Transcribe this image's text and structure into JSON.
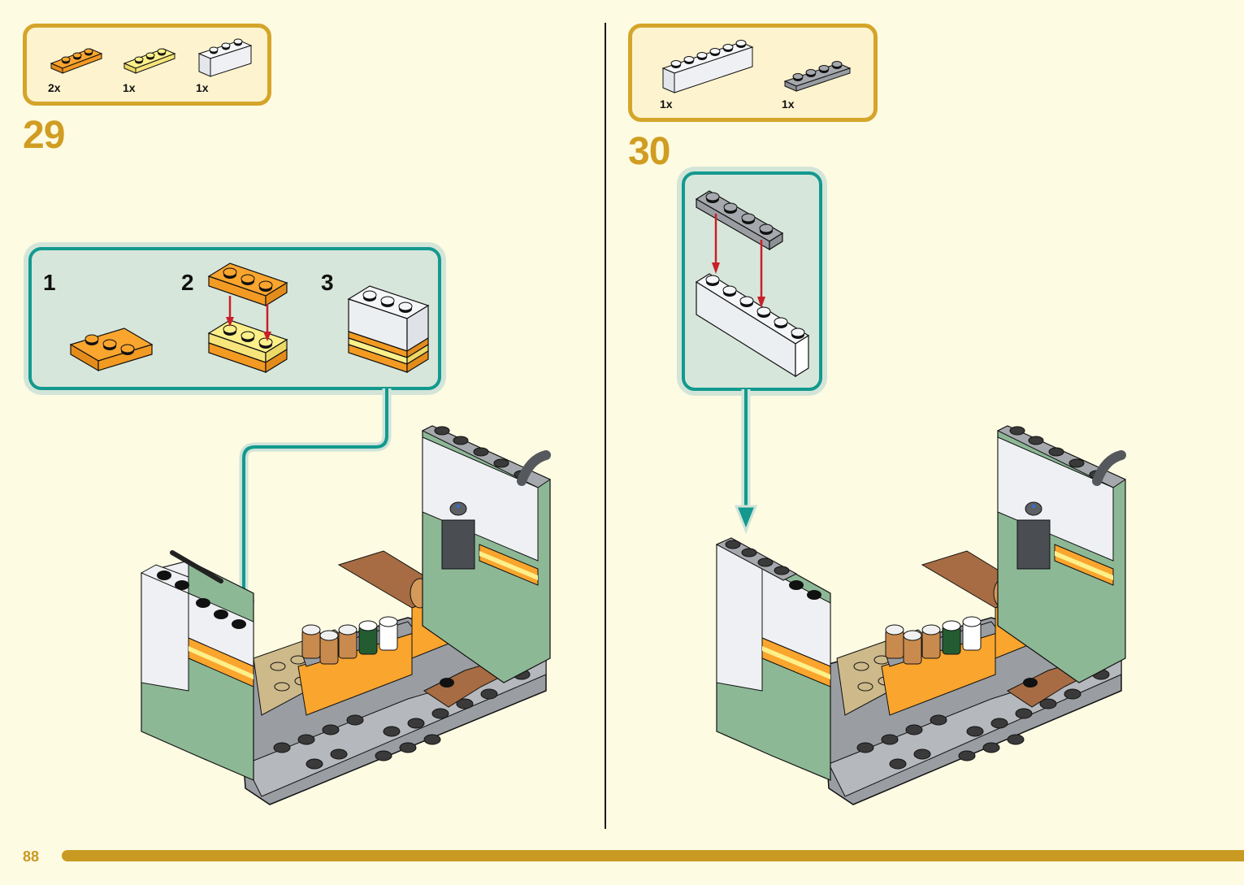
{
  "page": {
    "number": "88",
    "background_color": "#fefbe3",
    "accent_color": "#c99a22",
    "callout_color": "#13998f",
    "arrow_color": "#c8202a"
  },
  "steps": [
    {
      "step_number": "29",
      "parts": [
        {
          "name": "Plate 1x3",
          "color": "orange",
          "qty": "2x"
        },
        {
          "name": "Plate 1x3",
          "color": "light yellow",
          "qty": "1x"
        },
        {
          "name": "Brick 1x3",
          "color": "white",
          "qty": "1x"
        }
      ],
      "sub_assembly": {
        "substeps": [
          {
            "number": "1",
            "description": "Orange plate 1x3"
          },
          {
            "number": "2",
            "description": "Attach orange plate onto yellow plate"
          },
          {
            "number": "3",
            "description": "White brick 1x3 on top of stacked plates"
          }
        ]
      }
    },
    {
      "step_number": "30",
      "parts": [
        {
          "name": "Brick 1x6",
          "color": "white",
          "qty": "1x"
        },
        {
          "name": "Plate 1x4",
          "color": "grey",
          "qty": "1x"
        }
      ],
      "sub_assembly": {
        "substeps": [
          {
            "number": "",
            "description": "Attach grey plate 1x4 onto white brick 1x6"
          }
        ]
      }
    }
  ]
}
